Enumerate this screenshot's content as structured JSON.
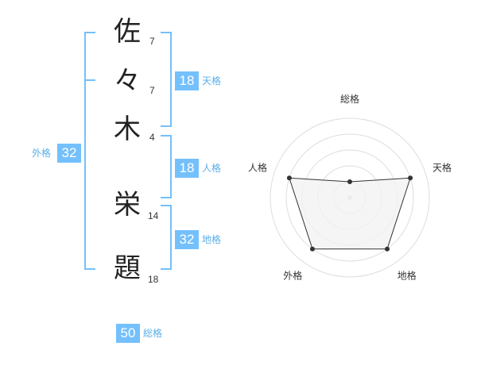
{
  "name": {
    "chars": [
      {
        "char": "佐",
        "strokes": "7"
      },
      {
        "char": "々",
        "strokes": "7"
      },
      {
        "char": "木",
        "strokes": "4"
      },
      {
        "char": "栄",
        "strokes": "14"
      },
      {
        "char": "題",
        "strokes": "18"
      }
    ]
  },
  "fortunes": {
    "tenkaku": {
      "value": "18",
      "label": "天格"
    },
    "jinkaku": {
      "value": "18",
      "label": "人格"
    },
    "chikaku": {
      "value": "32",
      "label": "地格"
    },
    "gaikaku": {
      "value": "32",
      "label": "外格"
    },
    "soukaku": {
      "value": "50",
      "label": "総格"
    }
  },
  "chart_data": {
    "type": "radar",
    "axes": [
      "総格",
      "天格",
      "地格",
      "外格",
      "人格"
    ],
    "values": [
      1,
      4,
      4,
      4,
      4
    ],
    "max": 5,
    "colors": {
      "fill": "#f2f2f2",
      "line": "#333333",
      "grid": "#dddddd"
    }
  }
}
